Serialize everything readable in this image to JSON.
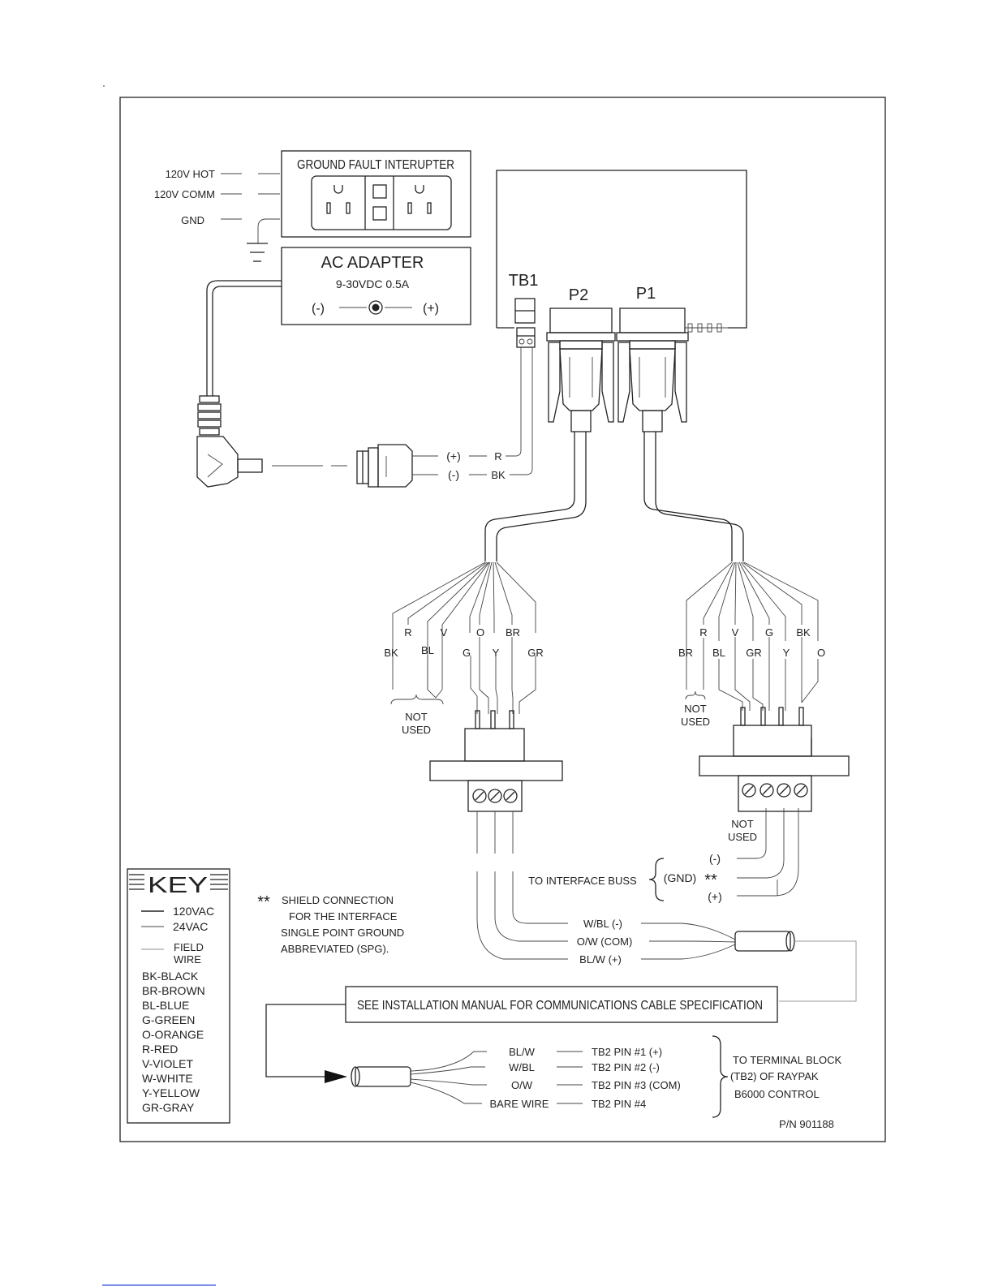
{
  "gfi": {
    "title": "GROUND FAULT INTERUPTER"
  },
  "power_labels": {
    "hot": "120V HOT",
    "comm": "120V COMM",
    "gnd": "GND"
  },
  "adapter": {
    "title": "AC ADAPTER",
    "rating": "9-30VDC 0.5A",
    "neg": "(-)",
    "pos": "(+)"
  },
  "board": {
    "tb1": "TB1",
    "p2": "P2",
    "p1": "P1"
  },
  "dc_wires": {
    "pos": "(+)",
    "pos_color": "R",
    "neg": "(-)",
    "neg_color": "BK"
  },
  "left_harness": {
    "wires": [
      "BK",
      "R",
      "BL",
      "V",
      "G",
      "O",
      "Y",
      "BR",
      "GR"
    ],
    "not_used": [
      "NOT",
      "USED"
    ]
  },
  "right_harness": {
    "wires": [
      "BR",
      "R",
      "BL",
      "V",
      "GR",
      "G",
      "Y",
      "BK",
      "O"
    ],
    "not_used": [
      "NOT",
      "USED"
    ],
    "term_not_used": [
      "NOT",
      "USED"
    ]
  },
  "buss": {
    "label": "TO INTERFACE BUSS",
    "minus": "(-)",
    "gnd": "(GND)",
    "gnd_mark": "**",
    "plus": "(+)"
  },
  "cable_wires": {
    "wbl": "W/BL (-)",
    "ow": "O/W (COM)",
    "blw": "BL/W (+)"
  },
  "shield_note": {
    "mark": "**",
    "lines": [
      "SHIELD CONNECTION",
      "FOR THE INTERFACE",
      "SINGLE POINT GROUND",
      "ABBREVIATED (SPG)."
    ]
  },
  "spec_banner": "SEE INSTALLATION MANUAL FOR COMMUNICATIONS CABLE SPECIFICATION",
  "tb2": {
    "rows": [
      {
        "wire": "BL/W",
        "pin": "TB2 PIN #1 (+)"
      },
      {
        "wire": "W/BL",
        "pin": "TB2 PIN #2 (-)"
      },
      {
        "wire": "O/W",
        "pin": "TB2 PIN #3 (COM)"
      },
      {
        "wire": "BARE WIRE",
        "pin": "TB2 PIN #4"
      }
    ],
    "dest": [
      "TO TERMINAL BLOCK",
      "(TB2) OF RAYPAK",
      "B6000 CONTROL"
    ]
  },
  "key": {
    "title": "KEY",
    "lines": [
      {
        "label": "120VAC"
      },
      {
        "label": "24VAC"
      },
      {
        "label": "FIELD",
        "label2": "WIRE"
      }
    ],
    "colors": [
      "BK-BLACK",
      "BR-BROWN",
      "BL-BLUE",
      "G-GREEN",
      "O-ORANGE",
      "R-RED",
      "V-VIOLET",
      "W-WHITE",
      "Y-YELLOW",
      "GR-GRAY"
    ]
  },
  "part_number": "P/N 901188"
}
